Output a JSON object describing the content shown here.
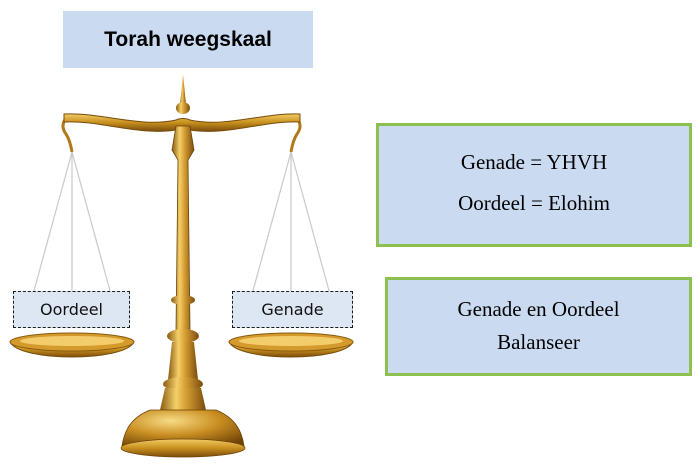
{
  "title": "Torah weegskaal",
  "scale": {
    "left_pan_label": "Oordeel",
    "right_pan_label": "Genade"
  },
  "definitions": {
    "line1": "Genade = YHVH",
    "line2": "Oordeel = Elohim"
  },
  "balance": {
    "line1": "Genade en Oordeel",
    "line2": "Balanseer"
  },
  "colors": {
    "box_fill": "#c9daf1",
    "box_border": "#8cc152",
    "label_fill": "#dde7f4",
    "gold": "#c8901e"
  }
}
